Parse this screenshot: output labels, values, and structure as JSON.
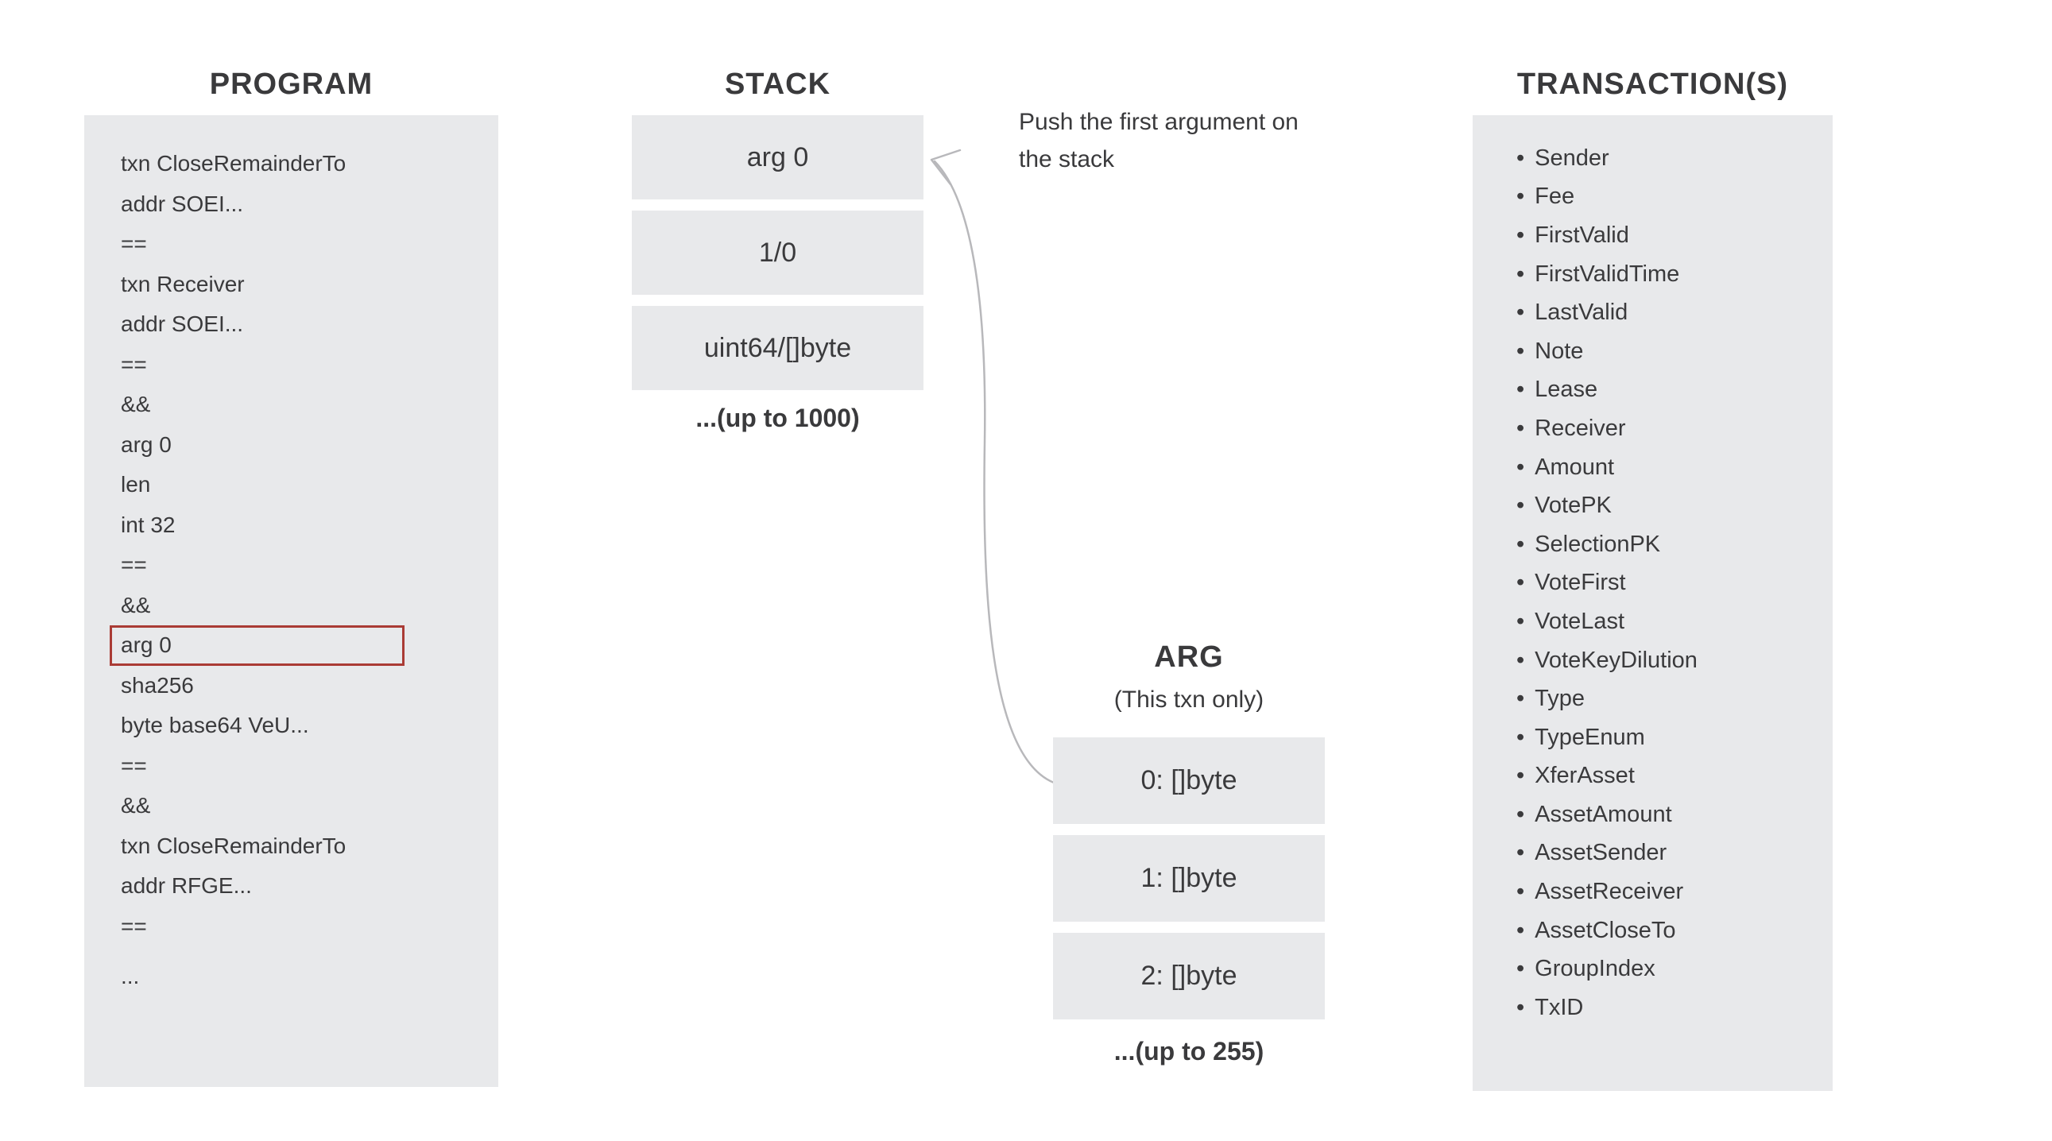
{
  "colors": {
    "panel_bg": "#e8e9eb",
    "text": "#3a3a3c",
    "highlight_border": "#aa3b35",
    "arrow": "#b8b8bb"
  },
  "program": {
    "title": "PROGRAM",
    "lines": [
      "txn CloseRemainderTo",
      "addr SOEI...",
      "==",
      "txn Receiver",
      "addr SOEI...",
      "==",
      "&&",
      "arg 0",
      "len",
      "int 32",
      "==",
      "&&",
      "arg 0",
      "sha256",
      "byte base64 VeU...",
      "==",
      "&&",
      "txn CloseRemainderTo",
      "addr RFGE...",
      "==",
      "..."
    ],
    "highlighted_line_index": 12
  },
  "stack": {
    "title": "STACK",
    "boxes": [
      "arg 0",
      "1/0",
      "uint64/[]byte"
    ],
    "caption": "...(up to 1000)"
  },
  "annotation": {
    "text": "Push the first argument on the stack"
  },
  "arg": {
    "title": "ARG",
    "subtitle": "(This txn only)",
    "boxes": [
      "0: []byte",
      "1: []byte",
      "2: []byte"
    ],
    "caption": "...(up to 255)"
  },
  "transactions": {
    "title": "TRANSACTION(S)",
    "fields": [
      "Sender",
      "Fee",
      "FirstValid",
      "FirstValidTime",
      "LastValid",
      "Note",
      "Lease",
      "Receiver",
      "Amount",
      "VotePK",
      "SelectionPK",
      "VoteFirst",
      "VoteLast",
      "VoteKeyDilution",
      "Type",
      "TypeEnum",
      "XferAsset",
      "AssetAmount",
      "AssetSender",
      "AssetReceiver",
      "AssetCloseTo",
      "GroupIndex",
      "TxID"
    ]
  }
}
